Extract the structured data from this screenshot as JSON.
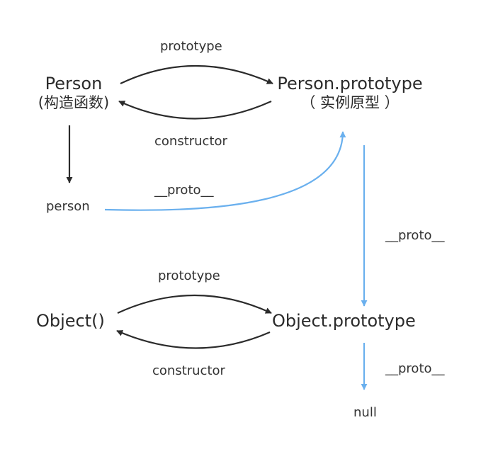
{
  "colors": {
    "dark_arrow": "#2b2b2b",
    "blue_arrow": "#6ab0ee",
    "text": "#333333"
  },
  "nodes": {
    "person_constructor": {
      "name": "Person",
      "sub": "(构造函数)"
    },
    "person_prototype": {
      "name": "Person.prototype",
      "sub": "（ 实例原型 ）"
    },
    "person_instance": {
      "name": "person"
    },
    "object_constructor": {
      "name": "Object()"
    },
    "object_prototype": {
      "name": "Object.prototype"
    },
    "null_node": {
      "name": "null"
    }
  },
  "edges": {
    "person_prototype_label": "prototype",
    "person_constructor_label": "constructor",
    "person_instance_proto_label": "__proto__",
    "person_prototype_proto_label": "__proto__",
    "object_prototype_label": "prototype",
    "object_constructor_label": "constructor",
    "object_prototype_proto_label": "__proto__"
  }
}
